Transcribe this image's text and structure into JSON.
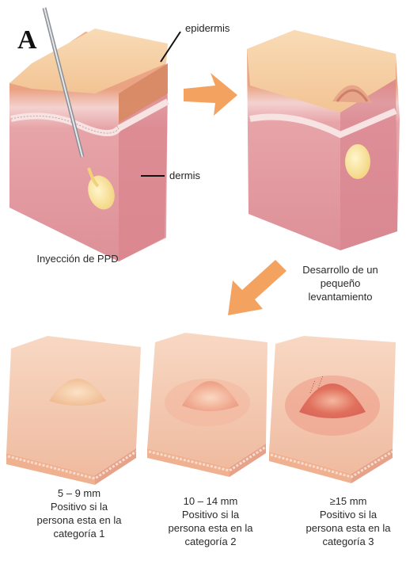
{
  "panel_letter": "A",
  "labels": {
    "epidermis": "epidermis",
    "dermis": "dermis",
    "injection": "Inyección de PPD",
    "development": [
      "Desarrollo de un",
      "pequeño",
      "levantamiento"
    ]
  },
  "results": [
    {
      "size": "5 – 9 mm",
      "line1": "Positivo si la",
      "line2": "persona esta en la",
      "line3": "categoría 1"
    },
    {
      "size": "10 – 14 mm",
      "line1": "Positivo si la",
      "line2": "persona esta en la",
      "line3": "categoría 2"
    },
    {
      "size": "≥15 mm",
      "line1": "Positivo si la",
      "line2": "persona esta en la",
      "line3": "categoría 3"
    }
  ],
  "colors": {
    "skin_top": "#f6cfa4",
    "epidermis": "#f0a878",
    "dermis": "#e5a3a8",
    "dermis_dark": "#d98a92",
    "arrow": "#f3a260",
    "bump": "#f3c99a",
    "inflamed": "#e27a68"
  }
}
